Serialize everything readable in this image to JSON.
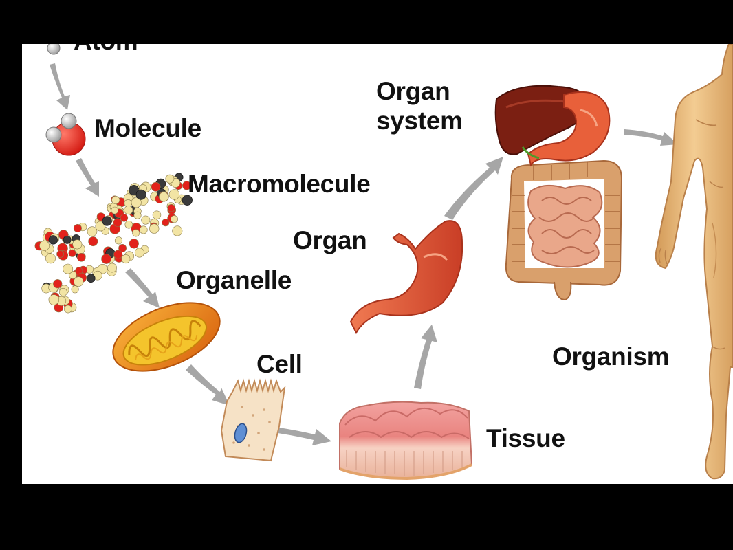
{
  "levels": {
    "atom": "Atom",
    "molecule": "Molecule",
    "macromolecule": "Macromolecule",
    "organelle": "Organelle",
    "cell": "Cell",
    "tissue": "Tissue",
    "organ": "Organ",
    "organ_system_line1": "Organ",
    "organ_system_line2": "system",
    "organism": "Organism"
  },
  "colors": {
    "arrow": "#a6a6a6",
    "stomach": "#e8603a",
    "liver": "#7b1f12",
    "intestine": "#d49a67",
    "skin": "#e9b978",
    "mitochondria": "#f08a1c",
    "tissue": "#e98a86"
  }
}
